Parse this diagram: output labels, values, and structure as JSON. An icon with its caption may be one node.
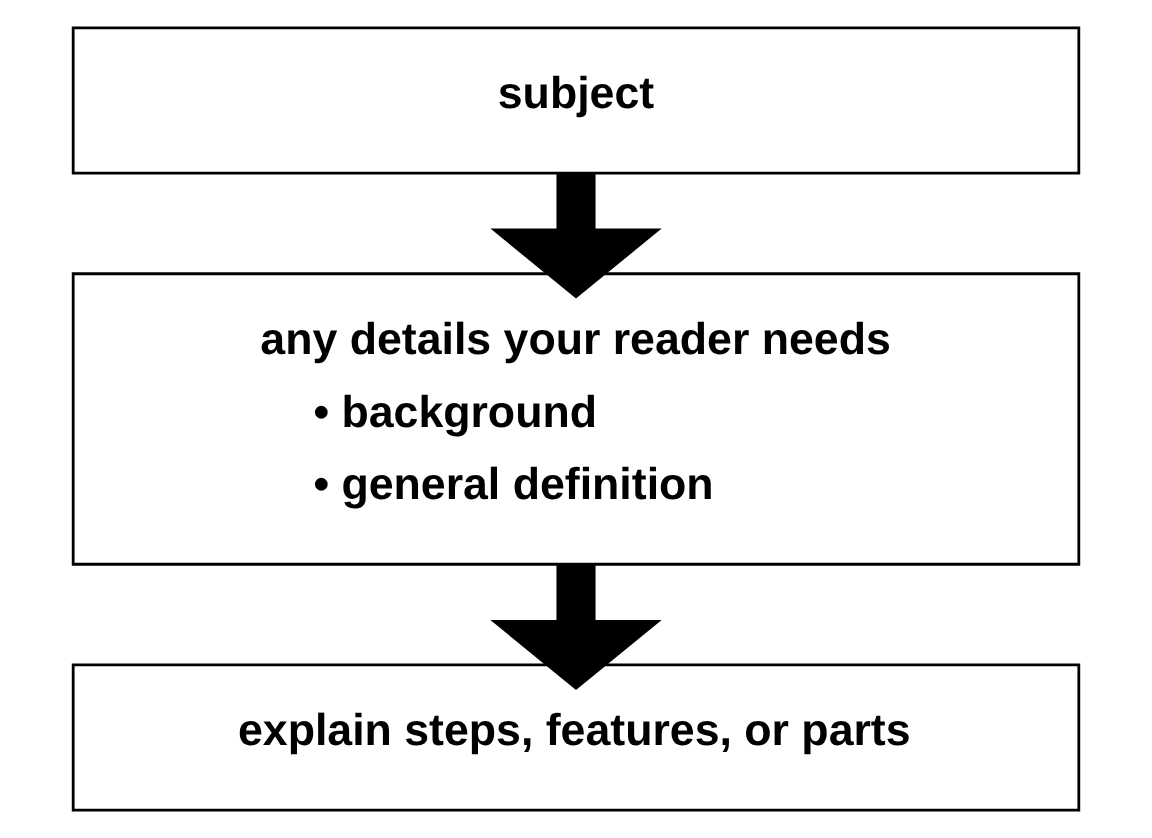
{
  "diagram": {
    "nodes": [
      {
        "text": [
          "subject"
        ]
      },
      {
        "text": [
          "any details your reader needs",
          "• background",
          "• general definition"
        ]
      },
      {
        "text": [
          "explain steps, features, or parts"
        ]
      }
    ],
    "edges": [
      {
        "from": 0,
        "to": 1,
        "arrow": "to"
      },
      {
        "from": 1,
        "to": 2,
        "arrow": "to"
      }
    ]
  }
}
